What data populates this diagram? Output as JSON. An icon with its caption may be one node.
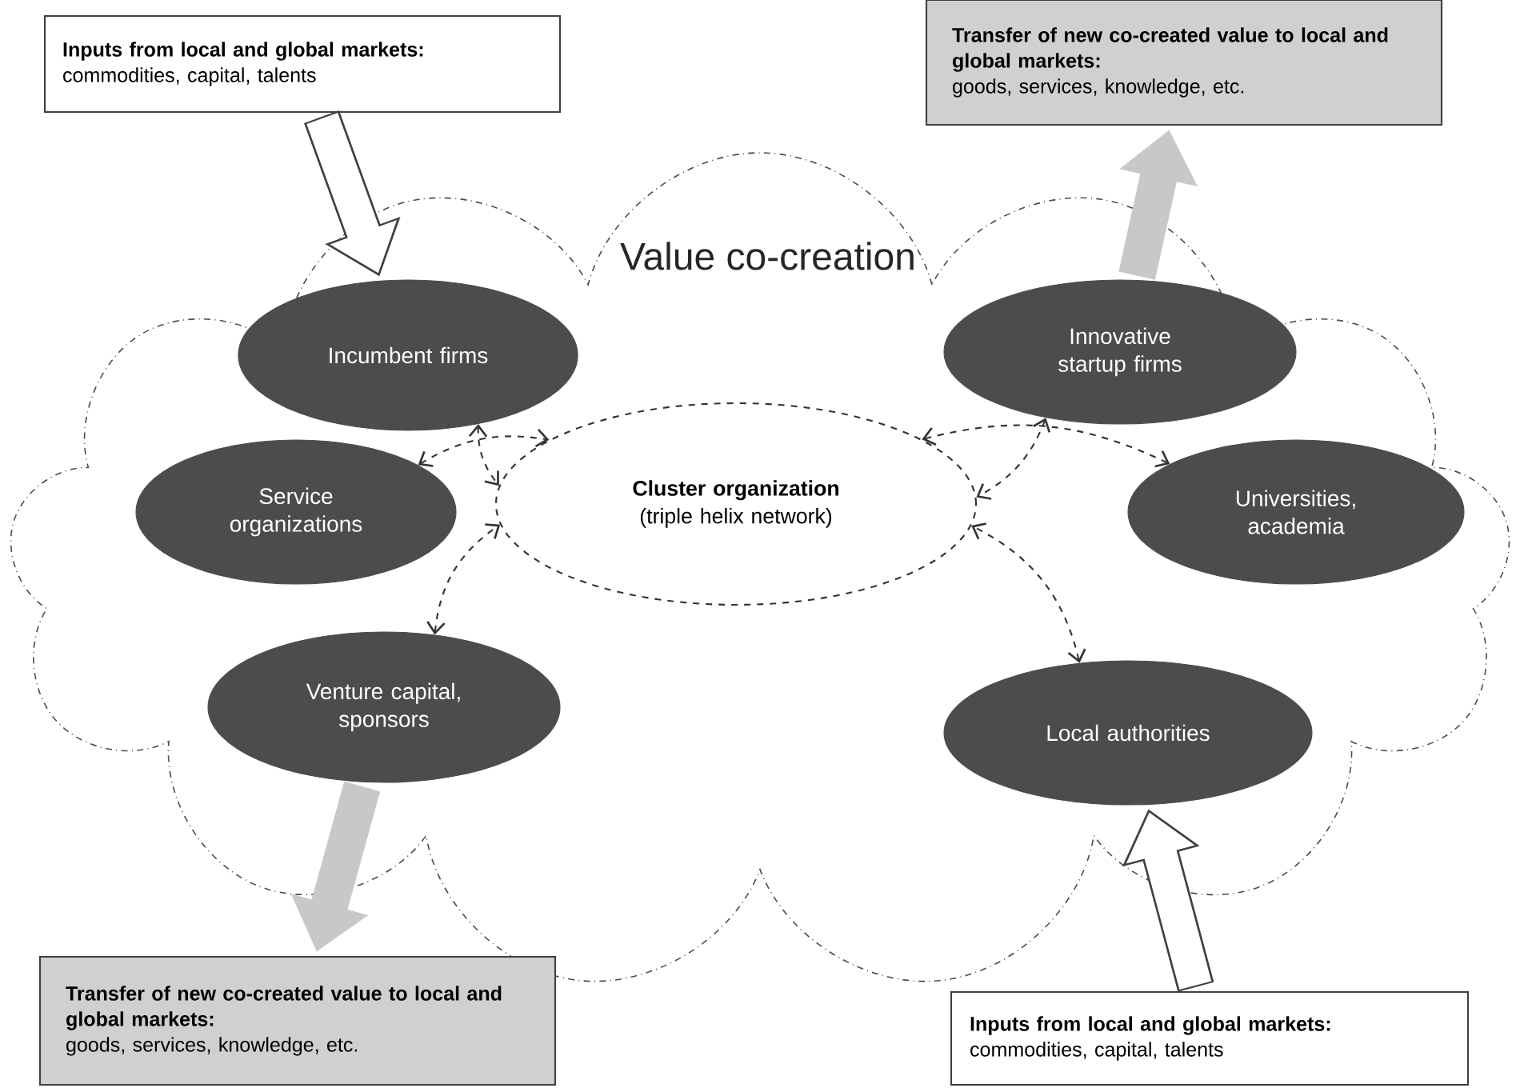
{
  "diagram": {
    "nodes": [
      {
        "text": [
          "Inputs from local and global markets:",
          "commodities, capital, talents"
        ]
      },
      {
        "text": [
          "Transfer of new co-created value to local and global markets:",
          "goods, services, knowledge, etc."
        ]
      },
      {
        "text": [
          "Value co-creation"
        ]
      },
      {
        "text": [
          "Incumbent firms"
        ],
        "in": 2
      },
      {
        "text": [
          "Innovative startup firms"
        ],
        "in": 2
      },
      {
        "text": [
          "Service organizations"
        ],
        "in": 2
      },
      {
        "text": [
          "Cluster organization",
          "(triple helix network)"
        ],
        "in": 2
      },
      {
        "text": [
          "Universities, academia"
        ],
        "in": 2
      },
      {
        "text": [
          "Venture capital, sponsors"
        ],
        "in": 2
      },
      {
        "text": [
          "Local authorities"
        ],
        "in": 2
      },
      {
        "text": [
          "Transfer of new co-created value to local and global markets:",
          "goods, services, knowledge, etc."
        ]
      },
      {
        "text": [
          "Inputs from local and global markets:",
          "commodities, capital, talents"
        ]
      }
    ],
    "edges": [
      {
        "from": 0,
        "to": 3,
        "arrow": "to",
        "style": "thick"
      },
      {
        "from": 4,
        "to": 1,
        "arrow": "to",
        "style": "thick",
        "color": "#c8c8c8"
      },
      {
        "from": 8,
        "to": 10,
        "arrow": "to",
        "style": "thick",
        "color": "#c8c8c8"
      },
      {
        "from": 11,
        "to": 9,
        "arrow": "to",
        "style": "thick"
      },
      {
        "from": 3,
        "to": 6,
        "arrow": "both",
        "style": "dashed"
      },
      {
        "from": 4,
        "to": 6,
        "arrow": "both",
        "style": "dashed"
      },
      {
        "from": 5,
        "to": 6,
        "arrow": "both",
        "style": "dashed"
      },
      {
        "from": 7,
        "to": 6,
        "arrow": "both",
        "style": "dashed"
      },
      {
        "from": 8,
        "to": 6,
        "arrow": "both",
        "style": "dashed"
      },
      {
        "from": 9,
        "to": 6,
        "arrow": "both",
        "style": "dashed"
      }
    ]
  }
}
